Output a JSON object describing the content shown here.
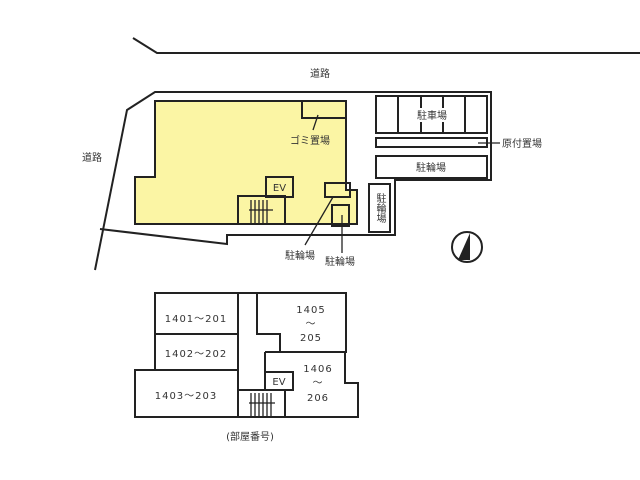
{
  "site_plan": {
    "road_top": "道路",
    "road_left": "道路",
    "garbage": "ゴミ置場",
    "parking": "駐車場",
    "moped": "原付置場",
    "bike_strip": "駐輪場",
    "bike_vertical": "駐輪場",
    "bike_a": "駐輪場",
    "bike_b": "駐輪場",
    "ev": "EV",
    "building_fill": "#fbf5a4",
    "compass": "north-arrow-icon"
  },
  "floor_plan": {
    "rooms": [
      {
        "label": "1401～201"
      },
      {
        "label": "1402～202"
      },
      {
        "label": "1403～203"
      },
      {
        "top": "1405",
        "mid": "～",
        "bot": "205"
      },
      {
        "top": "1406",
        "mid": "～",
        "bot": "206"
      }
    ],
    "ev": "EV",
    "caption": "(部屋番号)"
  }
}
